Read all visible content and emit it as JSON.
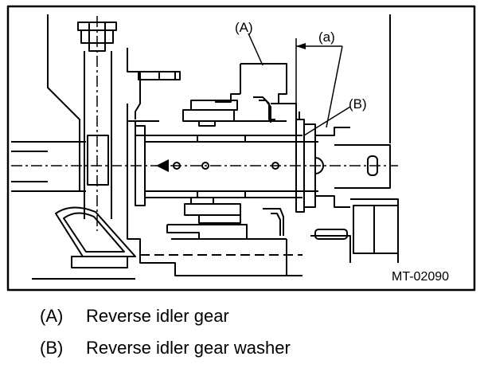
{
  "diagram": {
    "label_a": "(A)",
    "label_b": "(B)",
    "label_small_a": "(a)",
    "figure_code": "MT-02090"
  },
  "legend": [
    {
      "key": "(A)",
      "text": "Reverse idler gear"
    },
    {
      "key": "(B)",
      "text": "Reverse idler gear washer"
    }
  ]
}
